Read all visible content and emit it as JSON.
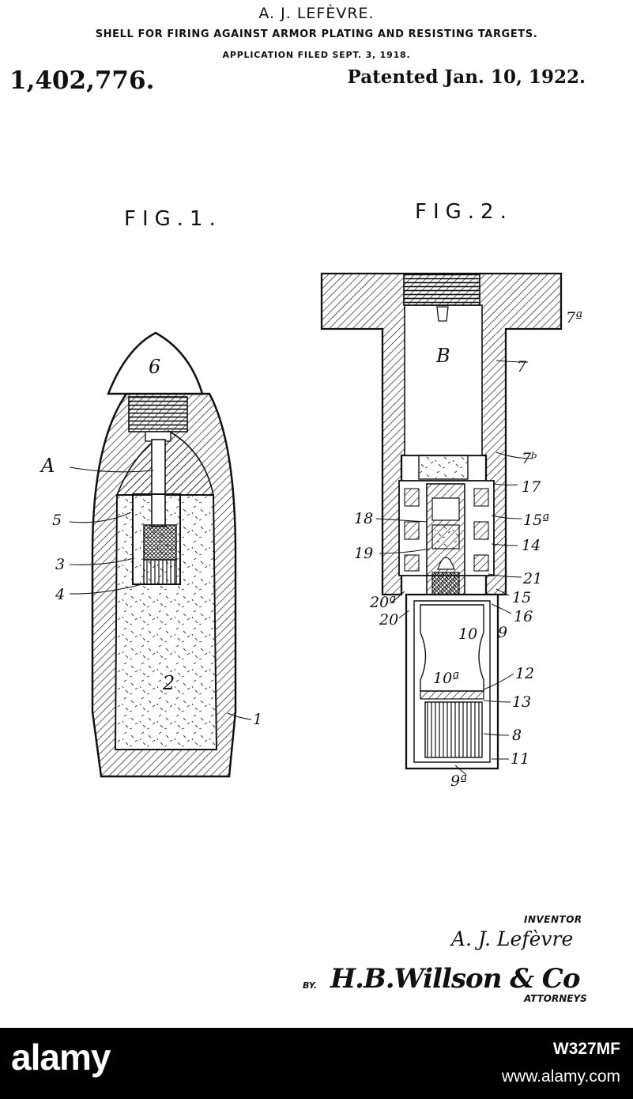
{
  "header": {
    "inventor_name": "A. J. LEFÈVRE.",
    "title": "SHELL FOR FIRING AGAINST ARMOR PLATING AND RESISTING TARGETS.",
    "filed": "APPLICATION FILED SEPT. 3, 1918.",
    "patent_number": "1,402,776.",
    "patent_date": "Patented Jan. 10, 1922."
  },
  "figures": {
    "fig1_label": "FIG.1.",
    "fig2_label": "FIG.2.",
    "fig1_refs": {
      "six": "6",
      "a": "A",
      "five": "5",
      "three": "3",
      "four": "4",
      "two": "2",
      "one": "1"
    },
    "fig2_refs": {
      "b": "B",
      "seven": "7",
      "seven_a": "7ª",
      "seven_b": "7ᵇ",
      "seventeen": "17",
      "fifteen_a": "15ª",
      "eighteen": "18",
      "fourteen": "14",
      "nineteen": "19",
      "twentyone": "21",
      "twenty_a": "20ª",
      "fifteen": "15",
      "twenty": "20",
      "sixteen": "16",
      "ten": "10",
      "nine": "9",
      "ten_a": "10ª",
      "twelve": "12",
      "thirteen": "13",
      "eight": "8",
      "eleven": "11",
      "nine_a": "9ª"
    }
  },
  "signatures": {
    "inventor_label": "INVENTOR",
    "inventor_signature": "A. J. Lefèvre",
    "by_label": "BY.",
    "attorney_signature": "H.B.Willson & Co",
    "attorneys_label": "ATTORNEYS"
  },
  "watermark": {
    "logo": "alamy",
    "image_id": "W327MF",
    "url": "www.alamy.com"
  }
}
